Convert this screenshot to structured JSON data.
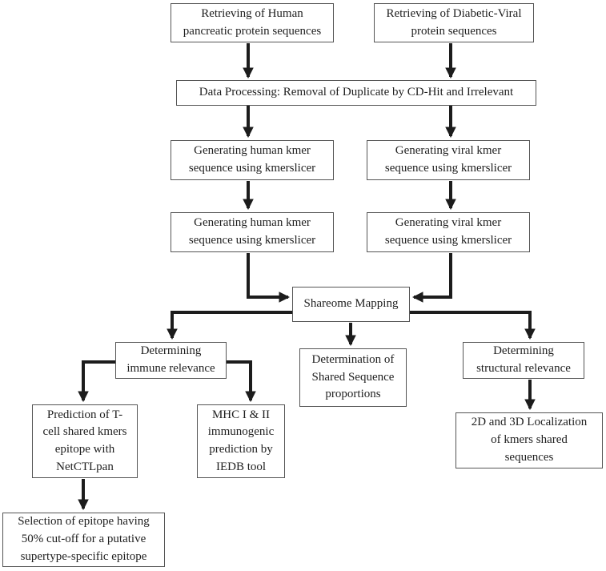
{
  "figure": {
    "type": "flowchart",
    "background_color": "#ffffff",
    "box_border_color": "#555555",
    "arrow_color": "#1c1c1c",
    "text_color": "#1f1f1f"
  },
  "nodes": {
    "retrieve_human": {
      "lines": [
        "Retrieving of Human",
        "pancreatic protein sequences"
      ]
    },
    "retrieve_viral": {
      "lines": [
        "Retrieving of Diabetic-Viral",
        "protein sequences"
      ]
    },
    "data_processing": {
      "lines": [
        "Data Processing: Removal of Duplicate by CD-Hit and Irrelevant"
      ]
    },
    "gen_human_1": {
      "lines": [
        "Generating human kmer",
        "sequence using kmerslicer"
      ]
    },
    "gen_viral_1": {
      "lines": [
        "Generating viral kmer",
        "sequence using kmerslicer"
      ]
    },
    "gen_human_2": {
      "lines": [
        "Generating human kmer",
        "sequence using kmerslicer"
      ]
    },
    "gen_viral_2": {
      "lines": [
        "Generating viral kmer",
        "sequence using kmerslicer"
      ]
    },
    "shareome_mapping": {
      "lines": [
        "Shareome Mapping"
      ]
    },
    "immune_relevance": {
      "lines": [
        "Determining",
        "immune relevance"
      ]
    },
    "shared_proportions": {
      "lines": [
        "Determination of",
        "Shared Sequence",
        "proportions"
      ]
    },
    "structural_relevance": {
      "lines": [
        "Determining",
        "structural relevance"
      ]
    },
    "tcell_prediction": {
      "lines": [
        "Prediction of T-",
        "cell shared kmers",
        "epitope with",
        "NetCTLpan"
      ]
    },
    "mhc_prediction": {
      "lines": [
        "MHC I & II",
        "immunogenic",
        "prediction by",
        "IEDB tool"
      ]
    },
    "localization": {
      "lines": [
        "2D and 3D Localization",
        "of kmers shared",
        "sequences"
      ]
    },
    "epitope_selection": {
      "lines": [
        "Selection of epitope having",
        "50% cut-off for a putative",
        "supertype-specific epitope"
      ]
    }
  },
  "edges": [
    {
      "from": "retrieve_human",
      "to": "data_processing"
    },
    {
      "from": "retrieve_viral",
      "to": "data_processing"
    },
    {
      "from": "data_processing",
      "to": "gen_human_1"
    },
    {
      "from": "data_processing",
      "to": "gen_viral_1"
    },
    {
      "from": "gen_human_1",
      "to": "gen_human_2"
    },
    {
      "from": "gen_viral_1",
      "to": "gen_viral_2"
    },
    {
      "from": "gen_human_2",
      "to": "shareome_mapping"
    },
    {
      "from": "gen_viral_2",
      "to": "shareome_mapping"
    },
    {
      "from": "shareome_mapping",
      "to": "immune_relevance"
    },
    {
      "from": "shareome_mapping",
      "to": "shared_proportions"
    },
    {
      "from": "shareome_mapping",
      "to": "structural_relevance"
    },
    {
      "from": "immune_relevance",
      "to": "tcell_prediction"
    },
    {
      "from": "immune_relevance",
      "to": "mhc_prediction"
    },
    {
      "from": "structural_relevance",
      "to": "localization"
    },
    {
      "from": "tcell_prediction",
      "to": "epitope_selection"
    }
  ]
}
